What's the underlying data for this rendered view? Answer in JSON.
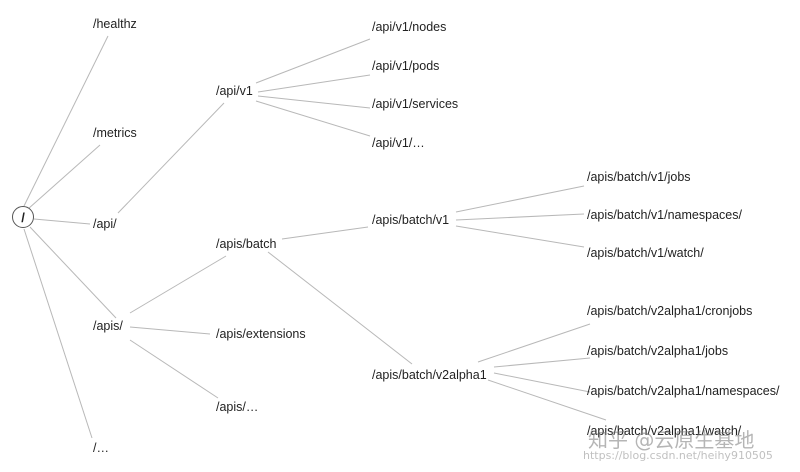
{
  "root": {
    "label": "/"
  },
  "nodes": [
    {
      "id": "healthz",
      "label": "/healthz"
    },
    {
      "id": "metrics",
      "label": "/metrics"
    },
    {
      "id": "api",
      "label": "/api/"
    },
    {
      "id": "apis",
      "label": "/apis/"
    },
    {
      "id": "etc",
      "label": "/…"
    },
    {
      "id": "api_v1",
      "label": "/api/v1"
    },
    {
      "id": "api_v1_nodes",
      "label": "/api/v1/nodes"
    },
    {
      "id": "api_v1_pods",
      "label": "/api/v1/pods"
    },
    {
      "id": "api_v1_services",
      "label": "/api/v1/services"
    },
    {
      "id": "api_v1_etc",
      "label": "/api/v1/…"
    },
    {
      "id": "apis_batch",
      "label": "/apis/batch"
    },
    {
      "id": "apis_extensions",
      "label": "/apis/extensions"
    },
    {
      "id": "apis_etc",
      "label": "/apis/…"
    },
    {
      "id": "batch_v1",
      "label": "/apis/batch/v1"
    },
    {
      "id": "batch_v1_jobs",
      "label": "/apis/batch/v1/jobs"
    },
    {
      "id": "batch_v1_namespaces",
      "label": "/apis/batch/v1/namespaces/"
    },
    {
      "id": "batch_v1_watch",
      "label": "/apis/batch/v1/watch/"
    },
    {
      "id": "batch_v2alpha1",
      "label": "/apis/batch/v2alpha1"
    },
    {
      "id": "v2_cronjobs",
      "label": "/apis/batch/v2alpha1/cronjobs"
    },
    {
      "id": "v2_jobs",
      "label": "/apis/batch/v2alpha1/jobs"
    },
    {
      "id": "v2_namespaces",
      "label": "/apis/batch/v2alpha1/namespaces/"
    },
    {
      "id": "v2_watch",
      "label": "/apis/batch/v2alpha1/watch/"
    }
  ],
  "watermark": {
    "brand": "知乎 @云原生基地",
    "url": "https://blog.csdn.net/heihy910505"
  }
}
